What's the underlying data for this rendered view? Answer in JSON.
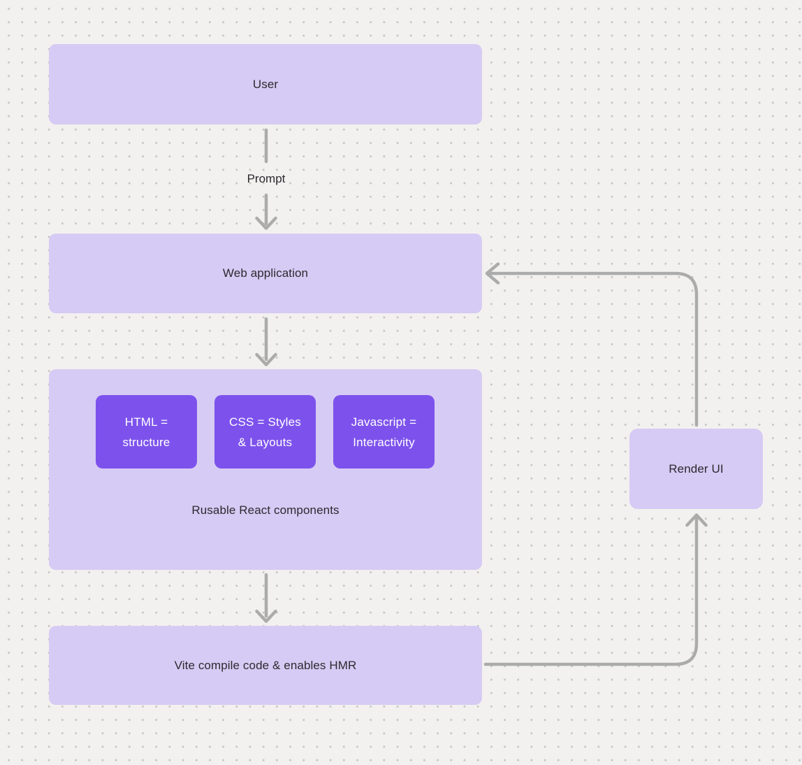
{
  "nodes": {
    "user": {
      "label": "User"
    },
    "web_application": {
      "label": "Web application"
    },
    "components": {
      "items": [
        {
          "label": "HTML =\nstructure"
        },
        {
          "label": "CSS = Styles\n& Layouts"
        },
        {
          "label": "Javascript =\nInteractivity"
        }
      ],
      "caption": "Rusable React components"
    },
    "vite": {
      "label": "Vite compile code & enables HMR"
    },
    "render_ui": {
      "label": "Render UI"
    }
  },
  "edges": {
    "prompt_label": "Prompt"
  },
  "colors": {
    "background": "#f2f1ef",
    "dot_grid": "#c7c5c2",
    "node_light_purple": "#d6cbf4",
    "node_dark_purple": "#7d52ec",
    "arrow_gray": "#ababab",
    "text_dark": "#2b2a2f",
    "text_light": "#ffffff"
  }
}
